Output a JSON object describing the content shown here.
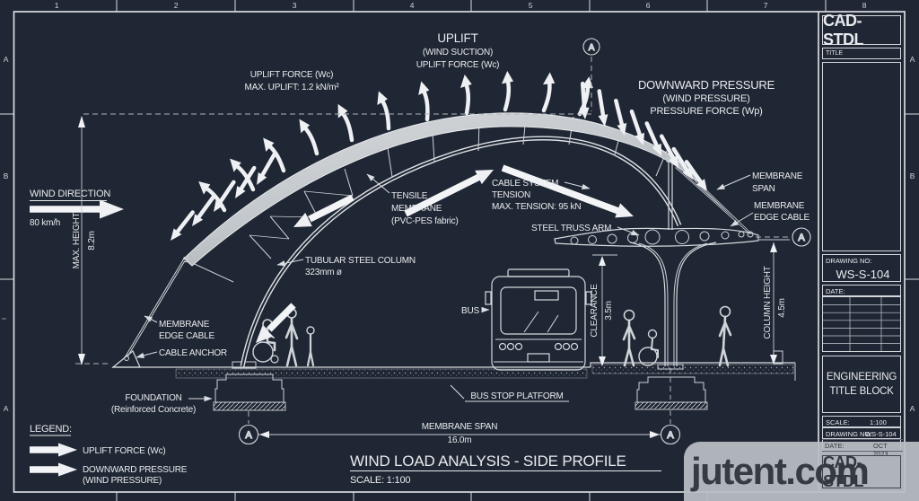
{
  "colors": {
    "bg": "#202734",
    "line": "#e8ebee",
    "membrane_light": "#d2d6d9",
    "membrane_dark": "#a2a8ae",
    "watermark_bg": "#babec5",
    "watermark_text": "#363b43"
  },
  "grid": {
    "cols": [
      "1",
      "2",
      "3",
      "4",
      "5",
      "6",
      "7",
      "8"
    ],
    "rows_left": [
      "A",
      "B",
      "A"
    ],
    "rows_right": [
      "A",
      "B",
      "A"
    ]
  },
  "ann": {
    "uplift_center": [
      "UPLIFT",
      "(WIND SUCTION)",
      "UPLIFT FORCE (Wc)"
    ],
    "uplift_left": [
      "UPLIFT FORCE (Wc)",
      "MAX. UPLIFT: 1.2 kN/m²"
    ],
    "downward": [
      "DOWNWARD PRESSURE",
      "(WIND PRESSURE)",
      "PRESSURE FORCE (Wp)"
    ],
    "wind_direction": "WIND DIRECTION",
    "wind_speed": "80 km/h",
    "max_height": [
      "MAX. HEIGHT",
      "8.2m"
    ],
    "tensile": [
      "TENSILE",
      "MEMBRANE",
      "(PVC-PES fabric)"
    ],
    "cable_system": [
      "CABLE SYSTEM",
      "TENSION",
      "MAX. TENSION: 95 kN"
    ],
    "steel_truss_arm": "STEEL TRUSS ARM",
    "tubular_column": [
      "TUBULAR STEEL COLUMN",
      "323mm ø"
    ],
    "membrane_span_label": [
      "MEMBRANE",
      "SPAN"
    ],
    "membrane_edge_cable_right": [
      "MEMBRANE",
      "EDGE CABLE"
    ],
    "membrane_edge_cable_left": [
      "MEMBRANE",
      "EDGE CABLE"
    ],
    "cable_anchor": "CABLE ANCHOR",
    "bus": "BUS",
    "clearance": [
      "CLEARANCE",
      "3.5m"
    ],
    "column_height": [
      "COLUMN HEIGHT",
      "4.5m"
    ],
    "foundation": [
      "FOUNDATION",
      "(Reinforced Concrete)"
    ],
    "platform": "BUS STOP PLATFORM",
    "span_dim": [
      "MEMBRANE SPAN",
      "16.0m"
    ],
    "datum_letter": "A"
  },
  "legend": {
    "header": "LEGEND:",
    "item1": "UPLIFT FORCE (Wc)",
    "item2_line1": "DOWNWARD PRESSURE",
    "item2_line2": "(WIND PRESSURE)"
  },
  "drawing_title": {
    "main": "WIND LOAD ANALYSIS - SIDE PROFILE",
    "scale": "SCALE: 1:100"
  },
  "titleblock": {
    "logo": "CAD-STDL",
    "title_label": "TITLE",
    "drawing_no_label": "DRAWING NO:",
    "drawing_no": "WS-S-104",
    "date_label": "DATE:",
    "org_line1": "ENGINEERING",
    "org_line2": "TITLE BLOCK",
    "scale_label": "SCALE:",
    "scale_value": "1:100",
    "drawing_label": "DRAWING NO:",
    "drawing_value": "WS-S-104",
    "date_label2": "DATE:",
    "date_value": "OCT 2023",
    "logo_bottom": "CAD-STDL"
  },
  "watermark": "jutent.com"
}
